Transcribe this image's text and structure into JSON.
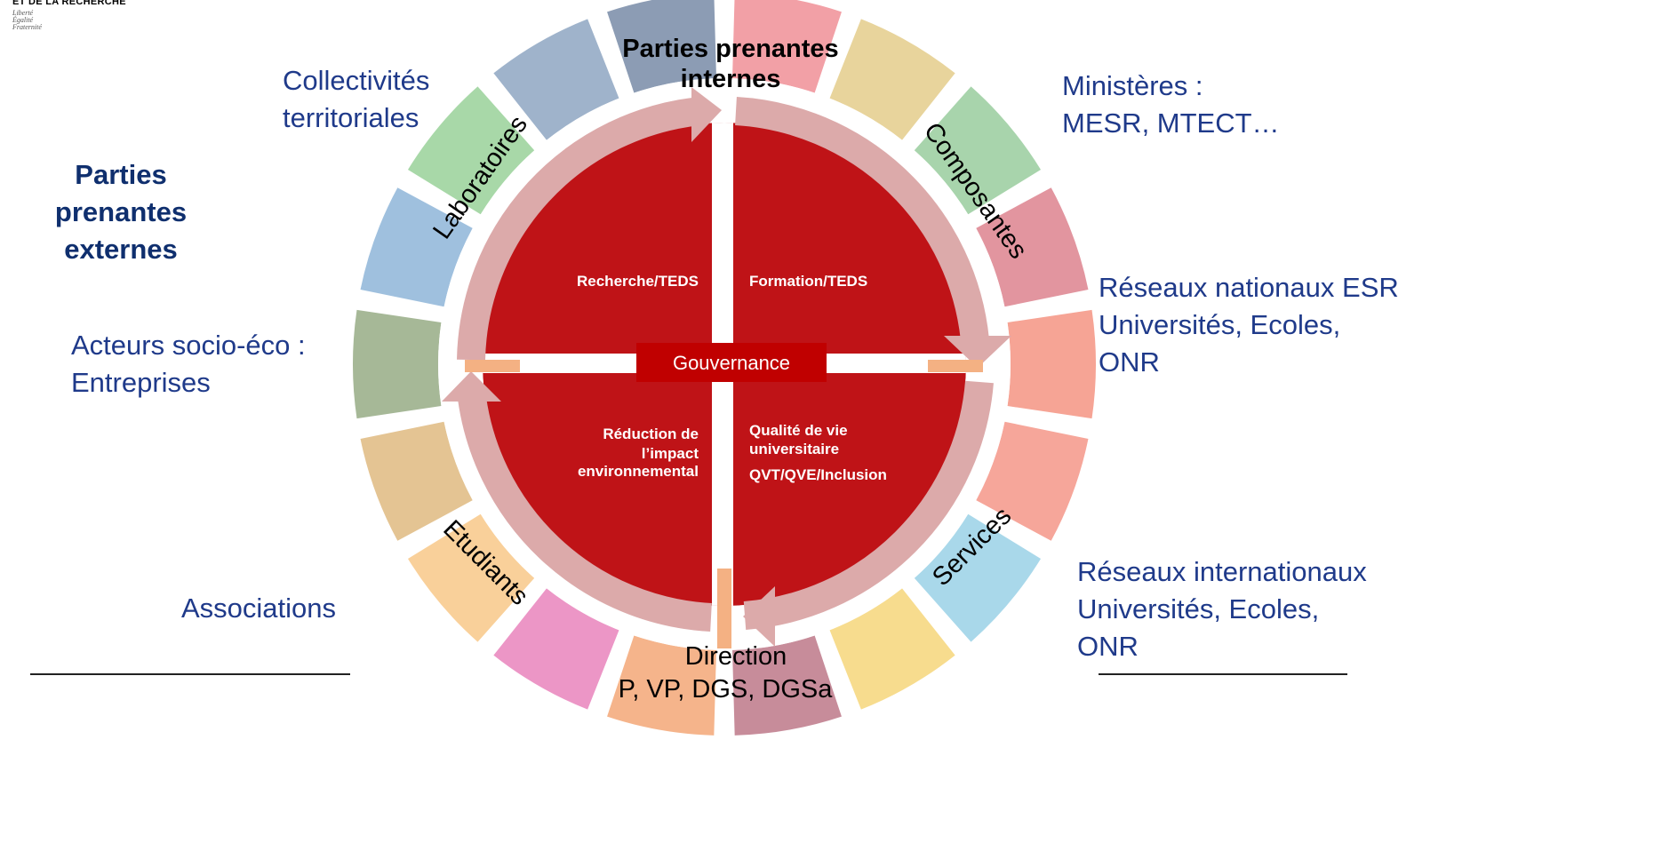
{
  "logo": {
    "title": "ET DE LA RECHERCHE",
    "motto": [
      "Liberté",
      "Égalité",
      "Fraternité"
    ]
  },
  "page_title_partial": "gouvernance participative pour la transition écologique",
  "external": {
    "header": [
      "Parties prenantes",
      "externes"
    ],
    "collectivites": [
      "Collectivités",
      "territoriales"
    ],
    "ministeres": [
      "Ministères :",
      "MESR, MTECT…"
    ],
    "reseaux_nationaux": [
      "Réseaux nationaux ESR",
      "Universités, Ecoles,",
      "ONR"
    ],
    "acteurs": [
      "Acteurs socio-éco :",
      "Entreprises"
    ],
    "associations": "Associations",
    "reseaux_internationaux": [
      "Réseaux internationaux",
      "Universités, Ecoles,",
      "ONR"
    ]
  },
  "internal": {
    "header": [
      "Parties prenantes",
      "internes"
    ],
    "direction": [
      "Direction",
      "P, VP, DGS, DGSa"
    ],
    "laboratoires": "Laboratoires",
    "composantes": "Composantes",
    "etudiants": "Etudiants",
    "services": "Services"
  },
  "quadrants": {
    "recherche": "Recherche/TEDS",
    "formation": "Formation/TEDS",
    "reduction": [
      "Réduction de",
      "l’impact",
      "environnemental"
    ],
    "qualite": [
      "Qualité de vie",
      "universitaire"
    ],
    "qvt": "QVT/QVE/Inclusion",
    "gouvernance": "Gouvernance"
  },
  "colors": {
    "title_blue": "#0f2f6e",
    "text_blue": "#1f3a8a",
    "core_red": "#bf1317",
    "gouvernance_red": "#c00000",
    "arrow_pink": "#dcaaaa"
  }
}
